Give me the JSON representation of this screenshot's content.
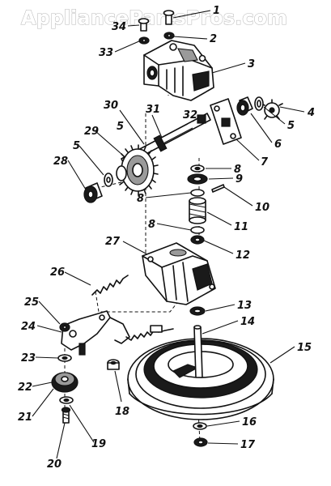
{
  "watermark": "AppliancePartsPros.com",
  "callouts": [
    "1",
    "2",
    "3",
    "4",
    "5",
    "6",
    "7",
    "5",
    "8",
    "9",
    "8",
    "10",
    "11",
    "8",
    "12",
    "13",
    "14",
    "15",
    "16",
    "17",
    "18",
    "19",
    "20",
    "21",
    "22",
    "23",
    "24",
    "25",
    "26",
    "27",
    "28",
    "5",
    "29",
    "30",
    "31",
    "32",
    "33",
    "34"
  ]
}
